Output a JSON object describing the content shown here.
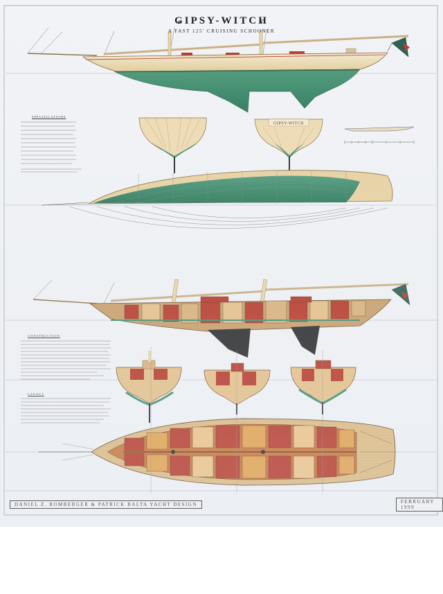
{
  "title": "GIPSY-WITCH",
  "subtitle": "A FAST 125' CRUISING SCHOONER",
  "footer_left": "DANIEL Z. ROMBERGER & PATRICK BALTA  YACHT DESIGN",
  "footer_right": "FEBRUARY 1999",
  "stern_label": "GIPSY-WITCH",
  "colors": {
    "paper": "#f1f3f6",
    "bottom_paint": "#3f8f70",
    "topsides": "#efe3c2",
    "wood": "#d8b47a",
    "interior_red": "#b8382a",
    "keel_dark": "#2a2a2a",
    "flag": "#2c5e50"
  },
  "section_heads": {
    "specifications": "SPECIFICATIONS",
    "construction": "CONSTRUCTION",
    "layout": "LAYOUT"
  }
}
